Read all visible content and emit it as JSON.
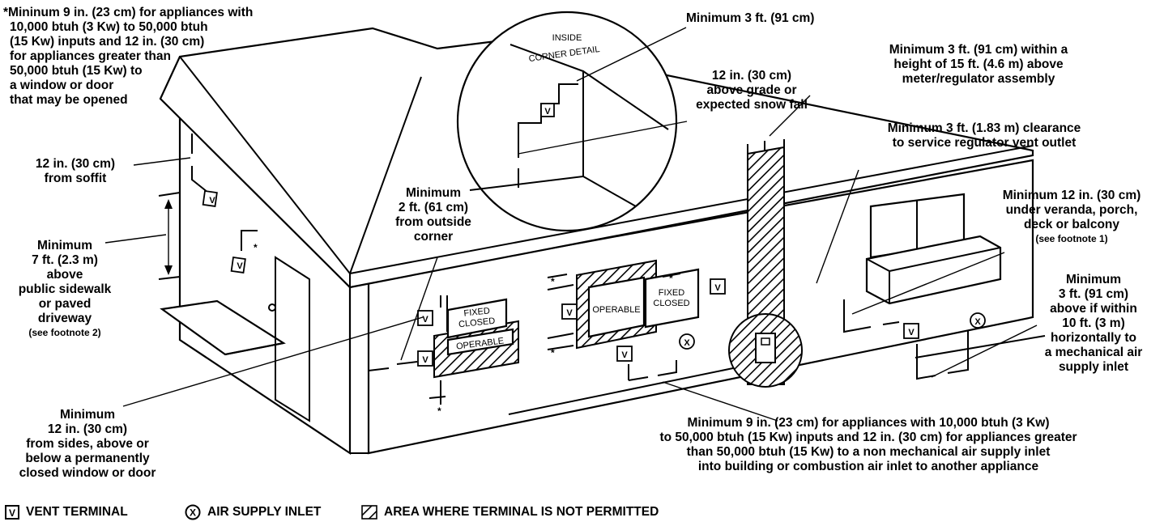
{
  "notes": {
    "window_door_9in": [
      "*Mininum 9 in. (23 cm) for appliances with",
      "10,000 btuh (3 Kw) to 50,000 btuh",
      "(15 Kw) inputs and 12 in. (30 cm)",
      "for appliances greater than",
      "50,000 btuh (15 Kw) to",
      "a window or door",
      "that may be opened"
    ],
    "inside_corner_3ft": [
      "Minimum 3 ft. (91 cm)"
    ],
    "inside_corner_detail": [
      "INSIDE",
      "CORNER DETAIL"
    ],
    "above_grade": [
      "12 in. (30 cm)",
      "above grade or",
      "expected snow fall"
    ],
    "meter_assembly": [
      "Minimum 3 ft. (91 cm) within a",
      "height of 15 ft. (4.6 m) above",
      "meter/regulator assembly"
    ],
    "service_regulator": [
      "Minimum 3 ft. (1.83 m) clearance",
      "to service regulator vent outlet"
    ],
    "soffit": [
      "12 in. (30 cm)",
      "from soffit"
    ],
    "veranda": [
      "Minimum 12 in. (30 cm)",
      "under veranda, porch,",
      "deck or balcony"
    ],
    "veranda_footnote": "(see footnote 1)",
    "outside_corner": [
      "Minimum",
      "2 ft. (61 cm)",
      "from outside",
      "corner"
    ],
    "sidewalk": [
      "Minimum",
      "7 ft. (2.3 m)",
      "above",
      "public sidewalk",
      "or paved",
      "driveway"
    ],
    "sidewalk_footnote": "(see footnote 2)",
    "mechanical_inlet": [
      "Minimum",
      "3 ft. (91 cm)",
      "above if within",
      "10 ft. (3 m)",
      "horizontally to",
      "a mechanical air",
      "supply inlet"
    ],
    "closed_window": [
      "Minimum",
      "12 in. (30 cm)",
      "from sides, above or",
      "below a permanently",
      "closed window or door"
    ],
    "non_mechanical_inlet": [
      "Minimum 9 in. (23 cm) for appliances with 10,000 btuh (3 Kw)",
      "to 50,000 btuh (15 Kw) inputs and 12 in. (30 cm) for appliances greater",
      "than 50,000 btuh (15 Kw) to a non mechanical air supply inlet",
      "into building or combustion air inlet to another appliance"
    ]
  },
  "window_labels": {
    "fixed_closed": [
      "FIXED",
      "CLOSED"
    ],
    "operable": "OPERABLE"
  },
  "symbols": {
    "vent": "V",
    "inlet": "X",
    "asterisk": "*"
  },
  "legend": {
    "vent_terminal": "VENT TERMINAL",
    "air_supply_inlet": "AIR SUPPLY INLET",
    "not_permitted": "AREA WHERE TERMINAL IS NOT PERMITTED"
  }
}
